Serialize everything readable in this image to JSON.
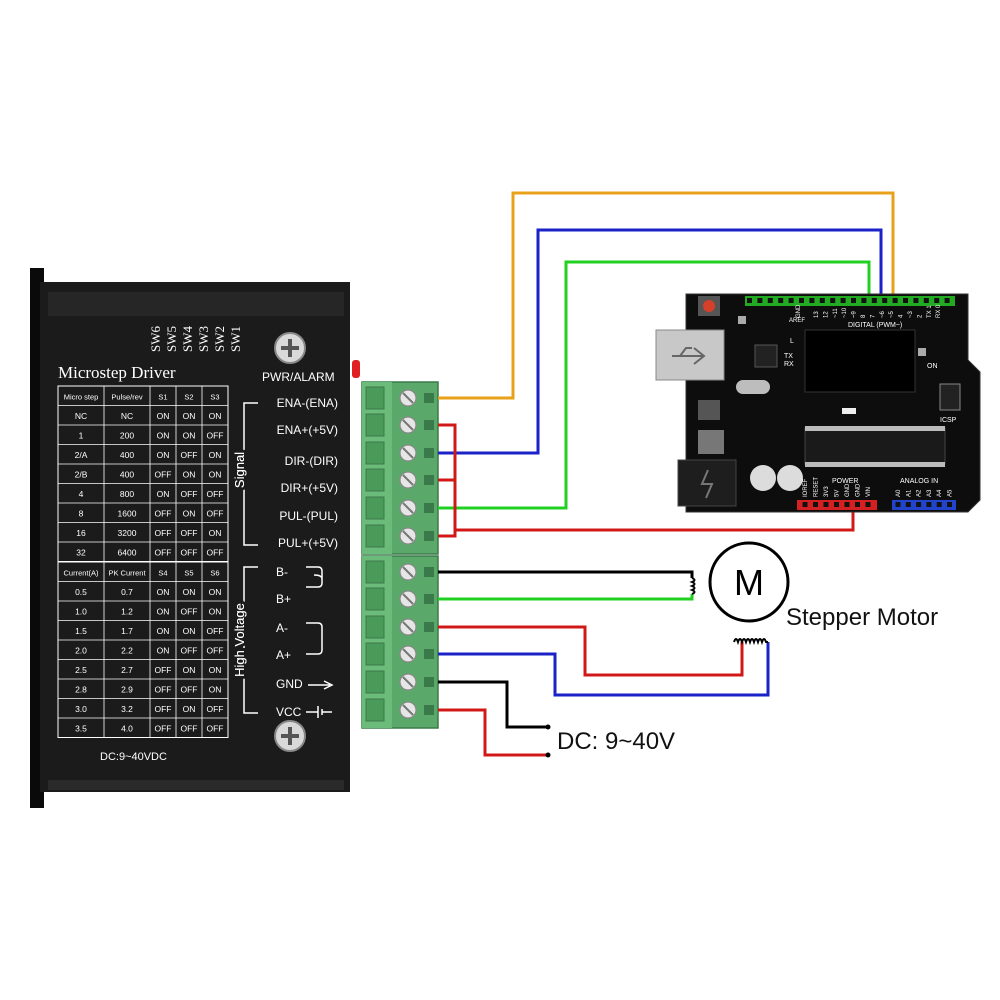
{
  "driver": {
    "title": "Microstep Driver",
    "switch_labels": [
      "SW6",
      "SW5",
      "SW4",
      "SW3",
      "SW2",
      "SW1"
    ],
    "pwr_alarm": "PWR/ALARM",
    "signal_group": "Signal",
    "high_voltage_group": "High Voltage",
    "signal_terminals": [
      "ENA-(ENA)",
      "ENA+(+5V)",
      "DIR-(DIR)",
      "DIR+(+5V)",
      "PUL-(PUL)",
      "PUL+(+5V)"
    ],
    "power_terminals": [
      "B-",
      "B+",
      "A-",
      "A+",
      "GND",
      "VCC"
    ],
    "dc_rating": "DC:9~40VDC",
    "microstep_table": {
      "headers": [
        "Micro step",
        "Pulse/rev",
        "S1",
        "S2",
        "S3"
      ],
      "rows": [
        [
          "NC",
          "NC",
          "ON",
          "ON",
          "ON"
        ],
        [
          "1",
          "200",
          "ON",
          "ON",
          "OFF"
        ],
        [
          "2/A",
          "400",
          "ON",
          "OFF",
          "ON"
        ],
        [
          "2/B",
          "400",
          "OFF",
          "ON",
          "ON"
        ],
        [
          "4",
          "800",
          "ON",
          "OFF",
          "OFF"
        ],
        [
          "8",
          "1600",
          "OFF",
          "ON",
          "OFF"
        ],
        [
          "16",
          "3200",
          "OFF",
          "OFF",
          "ON"
        ],
        [
          "32",
          "6400",
          "OFF",
          "OFF",
          "OFF"
        ]
      ]
    },
    "current_table": {
      "headers": [
        "Current(A)",
        "PK Current",
        "S4",
        "S5",
        "S6"
      ],
      "rows": [
        [
          "0.5",
          "0.7",
          "ON",
          "ON",
          "ON"
        ],
        [
          "1.0",
          "1.2",
          "ON",
          "OFF",
          "ON"
        ],
        [
          "1.5",
          "1.7",
          "ON",
          "ON",
          "OFF"
        ],
        [
          "2.0",
          "2.2",
          "ON",
          "OFF",
          "OFF"
        ],
        [
          "2.5",
          "2.7",
          "OFF",
          "ON",
          "ON"
        ],
        [
          "2.8",
          "2.9",
          "OFF",
          "OFF",
          "ON"
        ],
        [
          "3.0",
          "3.2",
          "OFF",
          "ON",
          "OFF"
        ],
        [
          "3.5",
          "4.0",
          "OFF",
          "OFF",
          "OFF"
        ]
      ]
    }
  },
  "motor": {
    "symbol": "M",
    "label": "Stepper Motor"
  },
  "power_supply": {
    "label": "DC: 9~40V"
  },
  "arduino": {
    "digital_label": "DIGITAL (PWM~)",
    "aref": "AREF",
    "gnd": "GND",
    "digital_pins": [
      "13",
      "12",
      "~11",
      "~10",
      "~9",
      "8",
      "7",
      "~6",
      "~5",
      "4",
      "~3",
      "2",
      "TX 1",
      "RX 0"
    ],
    "on": "ON",
    "l": "L",
    "tx": "TX",
    "rx": "RX",
    "icsp": "ICSP",
    "power_label": "POWER",
    "power_pins": [
      "IOREF",
      "RESET",
      "3V3",
      "5V",
      "GND",
      "GND",
      "VIN"
    ],
    "analog_label": "ANALOG IN",
    "analog_pins": [
      "A0",
      "A1",
      "A2",
      "A3",
      "A4",
      "A5"
    ]
  },
  "colors": {
    "ena_wire": "#e8a21a",
    "dir_wire": "#1a22c8",
    "pul_wire": "#22d022",
    "vcc_wire": "#d01818",
    "gnd_wire": "#000000",
    "terminal_green": "#5aa86a",
    "driver_body": "#1a1a1a",
    "board_black": "#0d0d0d"
  }
}
